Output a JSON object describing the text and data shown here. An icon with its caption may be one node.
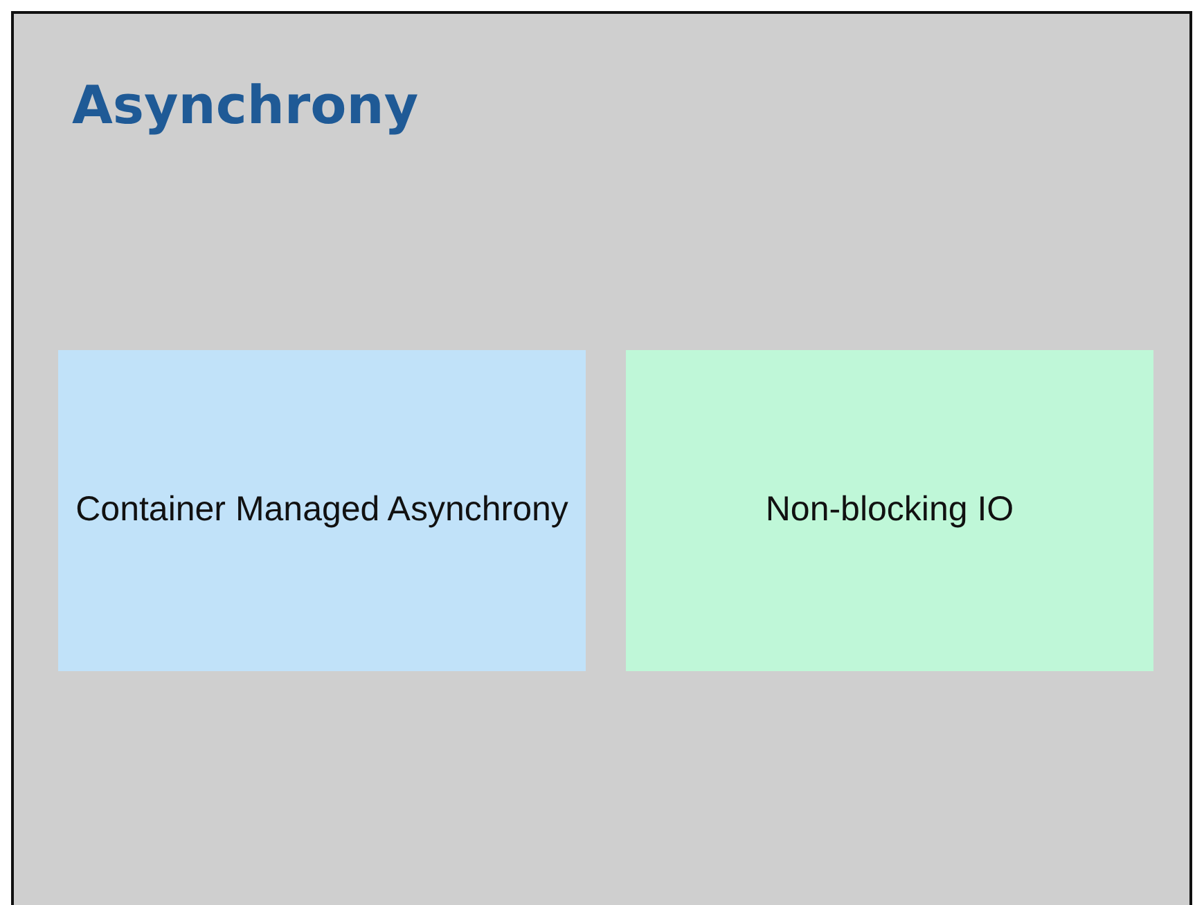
{
  "diagram": {
    "title": "Asynchrony",
    "nodes": [
      {
        "text": [
          "Container Managed Asynchrony"
        ]
      },
      {
        "text": [
          "Non-blocking IO"
        ]
      }
    ]
  }
}
